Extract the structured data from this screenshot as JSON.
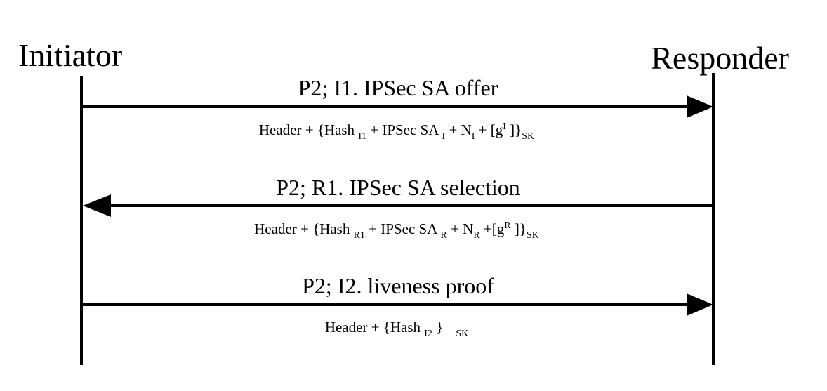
{
  "participants": {
    "initiator": "Initiator",
    "responder": "Responder"
  },
  "messages": [
    {
      "title": "P2; I1. IPSec SA offer",
      "direction": "initiator-to-responder",
      "payload": {
        "header": "Header + {Hash",
        "hash_sub": "I1",
        "ipsec": "+ IPSec SA",
        "ipsec_sub": "I",
        "nonce": "+ N",
        "nonce_sub": "I",
        "g_open": "+ [g",
        "g_sup": "I",
        "g_close": "]}",
        "key_sub": "SK"
      }
    },
    {
      "title": "P2; R1. IPSec SA selection",
      "direction": "responder-to-initiator",
      "payload": {
        "header": "Header + {Hash",
        "hash_sub": "R1",
        "ipsec": "+ IPSec SA",
        "ipsec_sub": "R",
        "nonce": "+ N",
        "nonce_sub": "R",
        "g_open": "+[g",
        "g_sup": "R",
        "g_close": "]}",
        "key_sub": "SK"
      }
    },
    {
      "title": "P2; I2. liveness proof",
      "direction": "initiator-to-responder",
      "payload": {
        "header": "Header + {Hash",
        "hash_sub": "I2",
        "close": "}",
        "key_sub": "SK"
      }
    }
  ],
  "colors": {
    "line": "#000000",
    "background": "#ffffff"
  }
}
